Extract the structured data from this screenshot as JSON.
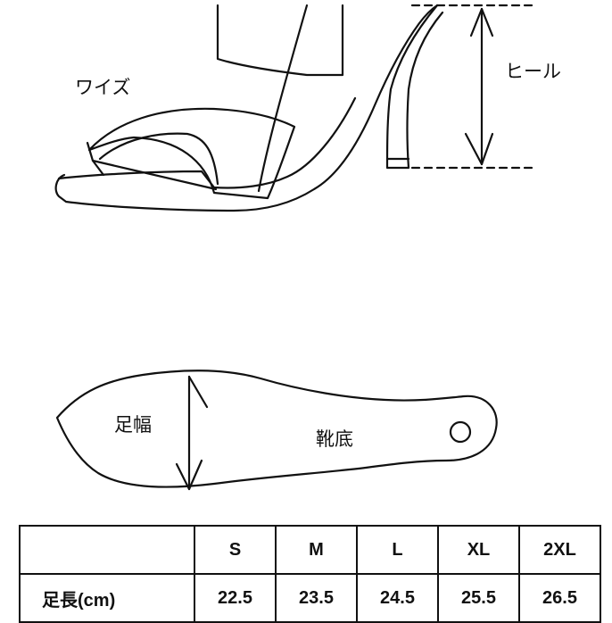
{
  "shoe_labels": {
    "width_label": "ワイズ",
    "heel_label": "ヒール"
  },
  "insole_labels": {
    "foot_width_label": "足幅",
    "insole_label": "靴底"
  },
  "size_table": {
    "corner": "",
    "sizes": [
      "S",
      "M",
      "L",
      "XL",
      "2XL"
    ],
    "rows": [
      {
        "label": "足長(cm)",
        "values": [
          "22.5",
          "23.5",
          "24.5",
          "25.5",
          "26.5"
        ]
      }
    ]
  }
}
